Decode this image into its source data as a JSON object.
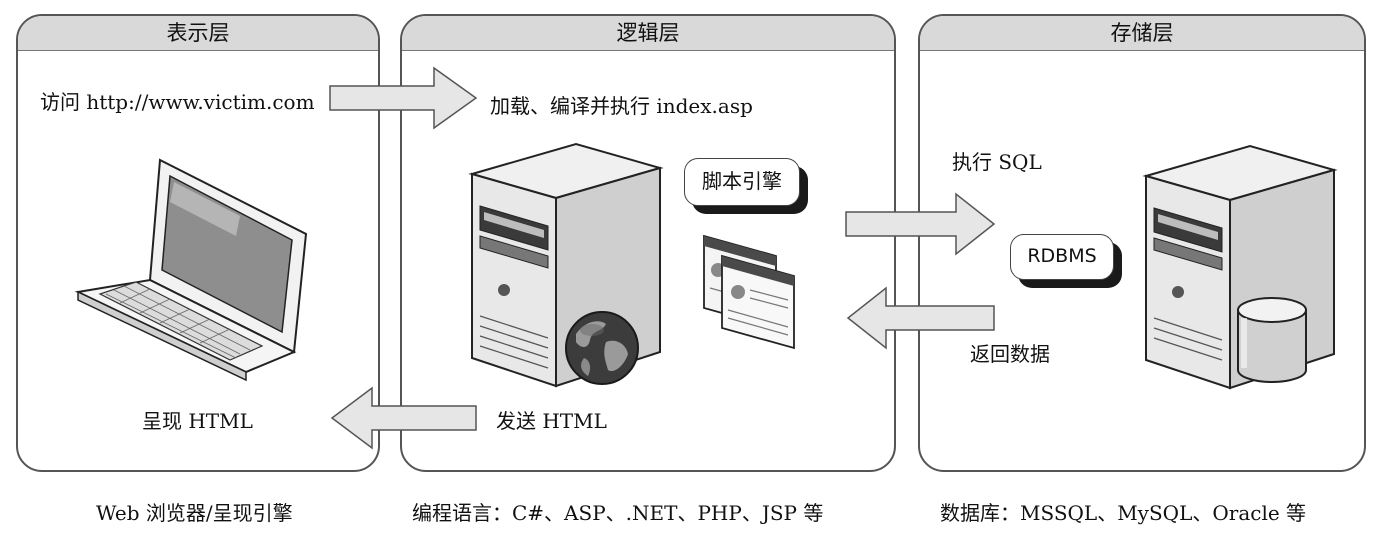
{
  "panels": {
    "presentation": {
      "title": "表示层"
    },
    "logic": {
      "title": "逻辑层"
    },
    "storage": {
      "title": "存储层"
    }
  },
  "labels": {
    "visit": "访问 http://www.victim.com",
    "load_compile_execute": "加载、编译并执行 index.asp",
    "script_engine": "脚本引擎",
    "execute_sql": "执行 SQL",
    "rdbms": "RDBMS",
    "return_data": "返回数据",
    "send_html": "发送 HTML",
    "render_html": "呈现 HTML"
  },
  "captions": {
    "presentation": "Web 浏览器/呈现引擎",
    "logic": "编程语言：C#、ASP、.NET、PHP、JSP 等",
    "storage": "数据库：MSSQL、MySQL、Oracle 等"
  },
  "icons": [
    "laptop-icon",
    "web-server-icon",
    "globe-icon",
    "web-page-icon",
    "database-server-icon",
    "database-cylinder-icon"
  ],
  "colors": {
    "arrow_fill": "#e6e6e6",
    "header_fill": "#d9d9d9",
    "border": "#555555"
  }
}
